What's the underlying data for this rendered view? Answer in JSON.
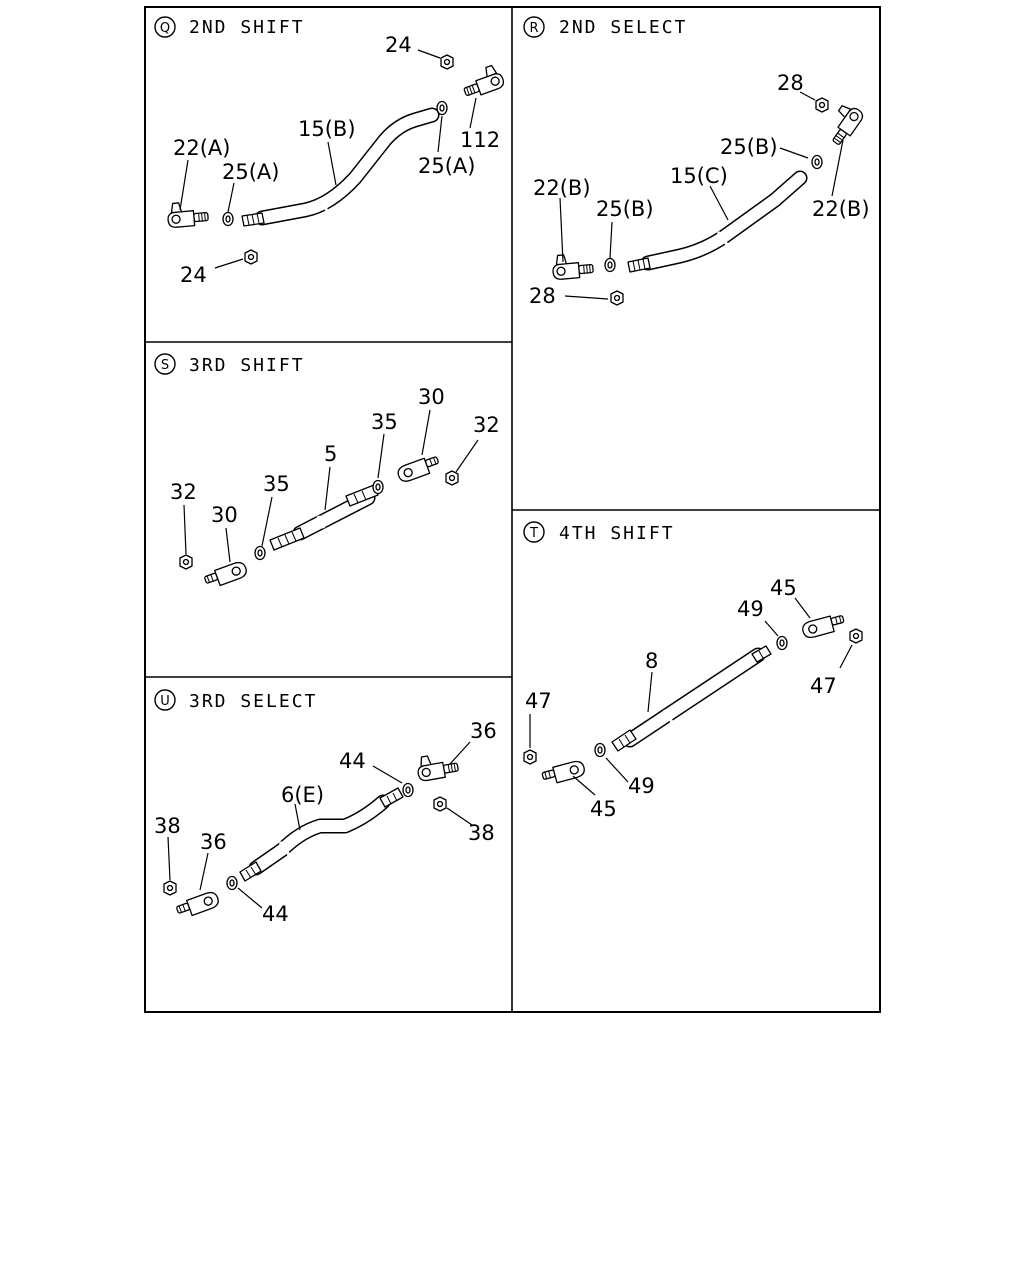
{
  "panels": {
    "q": {
      "letter": "Q",
      "title": "2ND SHIFT"
    },
    "r": {
      "letter": "R",
      "title": "2ND SELECT"
    },
    "s": {
      "letter": "S",
      "title": "3RD SHIFT"
    },
    "t": {
      "letter": "T",
      "title": "4TH SHIFT"
    },
    "u": {
      "letter": "U",
      "title": "3RD SELECT"
    }
  },
  "callouts": {
    "q": [
      "24",
      "15(B)",
      "112",
      "22(A)",
      "25(A)",
      "25(A)",
      "24"
    ],
    "r": [
      "28",
      "25(B)",
      "15(C)",
      "22(B)",
      "22(B)",
      "25(B)",
      "28"
    ],
    "s": [
      "30",
      "35",
      "32",
      "5",
      "32",
      "35",
      "30"
    ],
    "t": [
      "45",
      "49",
      "47",
      "8",
      "47",
      "49",
      "45"
    ],
    "u": [
      "36",
      "44",
      "6(E)",
      "38",
      "36",
      "38",
      "44"
    ]
  }
}
